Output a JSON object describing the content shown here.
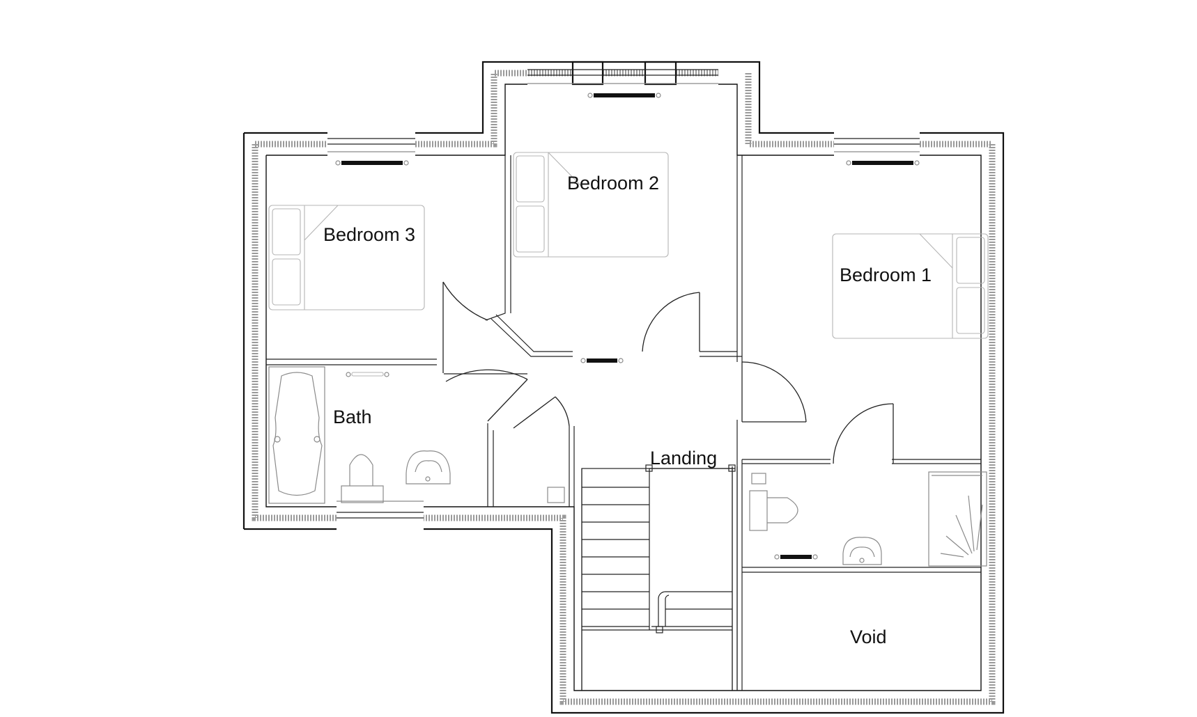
{
  "rooms": {
    "bedroom_3": "Bedroom 3",
    "bedroom_2": "Bedroom 2",
    "bedroom_1": "Bedroom 1",
    "bath": "Bath",
    "landing": "Landing",
    "void": "Void"
  },
  "colors": {
    "wall": "#111111",
    "insulation": "#9a9a9a",
    "furniture": "#b5b5b5",
    "background": "#ffffff"
  }
}
